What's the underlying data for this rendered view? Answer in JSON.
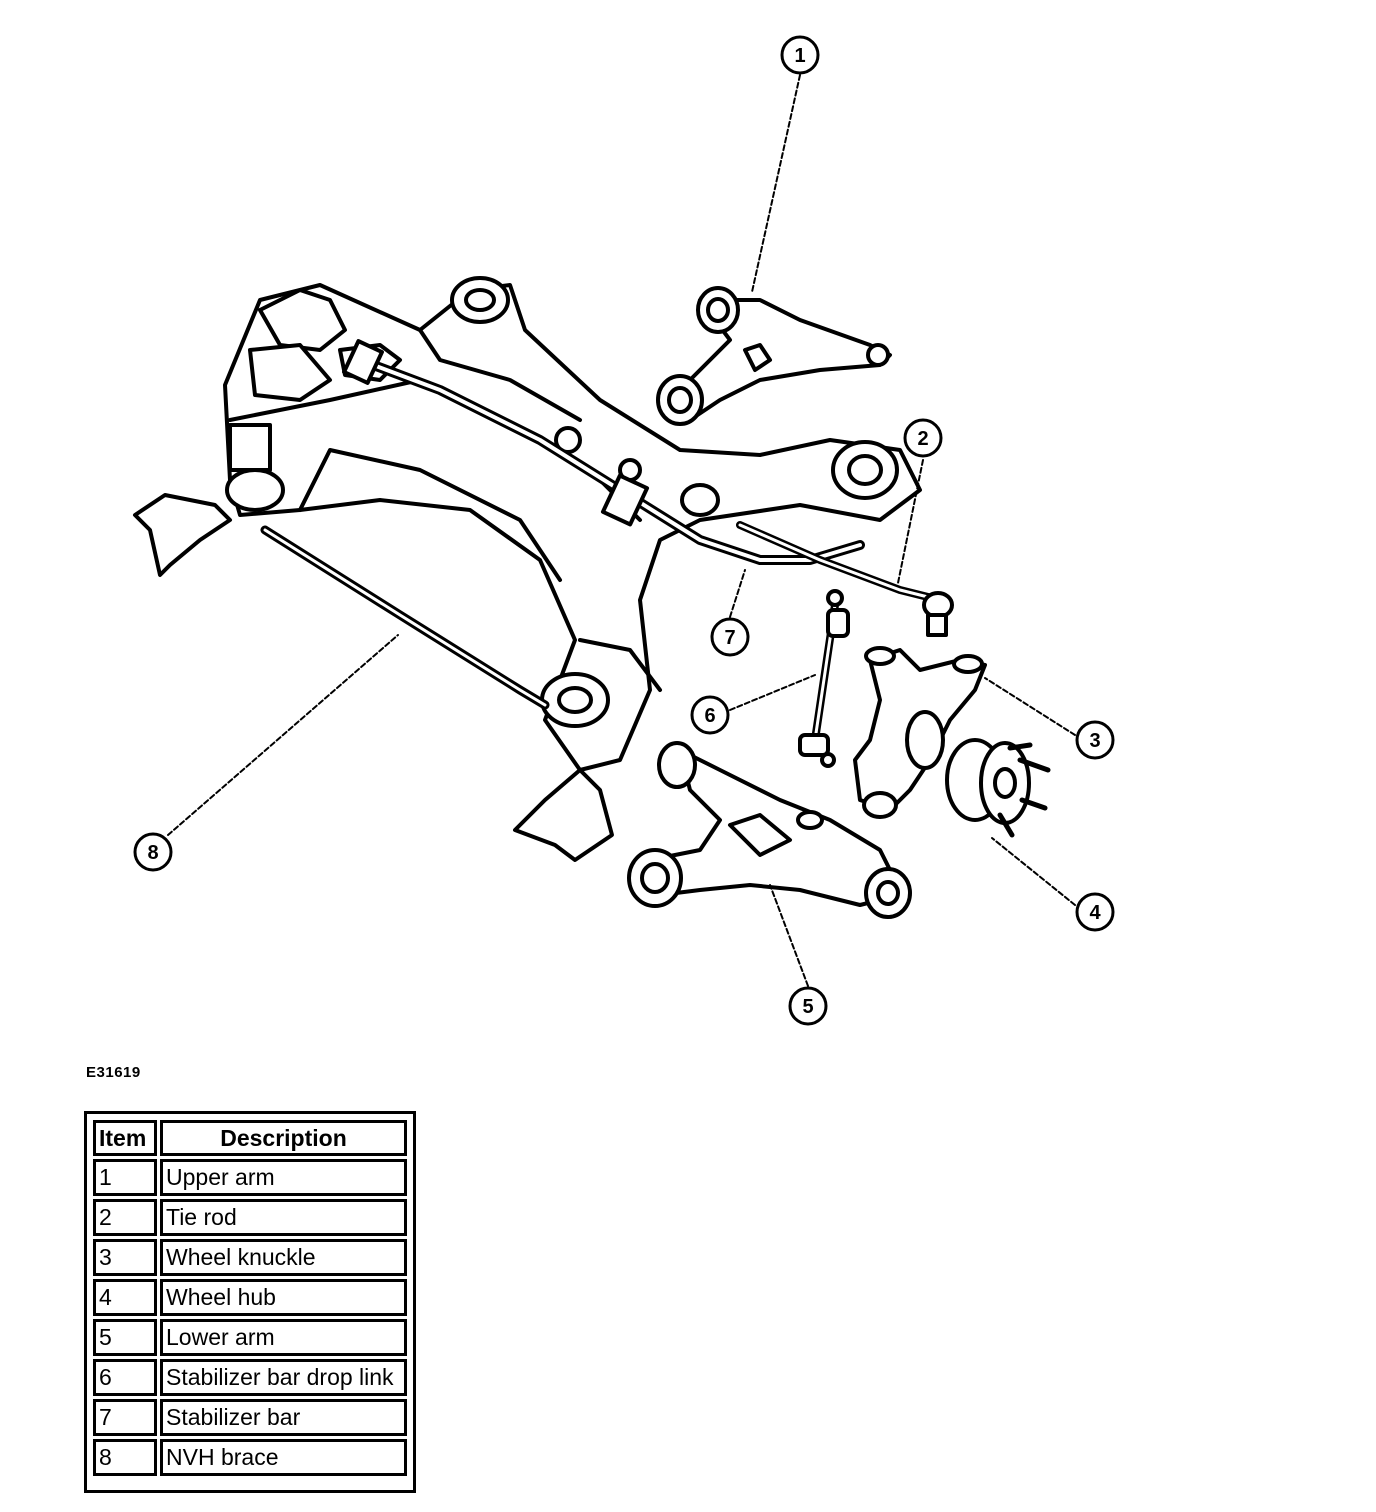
{
  "figure_id": "E31619",
  "callouts": [
    {
      "number": "1"
    },
    {
      "number": "2"
    },
    {
      "number": "3"
    },
    {
      "number": "4"
    },
    {
      "number": "5"
    },
    {
      "number": "6"
    },
    {
      "number": "7"
    },
    {
      "number": "8"
    }
  ],
  "legend": {
    "headers": [
      "Item",
      "Description"
    ],
    "rows": [
      {
        "item": "1",
        "description": "Upper arm"
      },
      {
        "item": "2",
        "description": "Tie rod"
      },
      {
        "item": "3",
        "description": "Wheel knuckle"
      },
      {
        "item": "4",
        "description": "Wheel hub"
      },
      {
        "item": "5",
        "description": "Lower arm"
      },
      {
        "item": "6",
        "description": "Stabilizer bar drop link"
      },
      {
        "item": "7",
        "description": "Stabilizer bar"
      },
      {
        "item": "8",
        "description": "NVH brace"
      }
    ]
  }
}
